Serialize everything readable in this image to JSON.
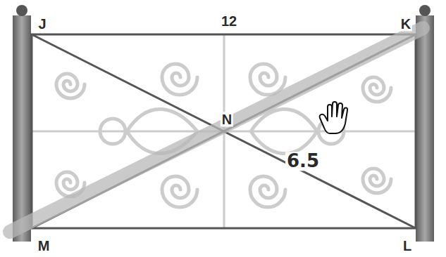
{
  "diagram": {
    "labels": [
      "J",
      "12",
      "K",
      "N",
      "6.5",
      "M",
      "L"
    ]
  }
}
